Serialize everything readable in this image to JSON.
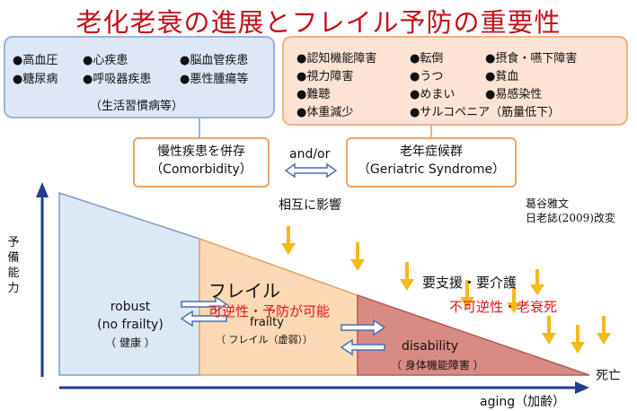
{
  "title": "老化老衰の進展とフレイル予防の重要性",
  "diseases": {
    "items": [
      "●高血圧",
      "●心疾患",
      "●脳血管疾患",
      "●糖尿病",
      "●呼吸器疾患",
      "●悪性腫瘍等"
    ],
    "caption": "（生活習慣病等）"
  },
  "symptoms": {
    "items": [
      "●認知機能障害",
      "●転倒",
      "●摂食・嚥下障害",
      "●視力障害",
      "●うつ",
      "●貧血",
      "●難聴",
      "●めまい",
      "●易感染性",
      "●体重減少",
      "●サルコペニア（筋量低下）"
    ]
  },
  "comorbidity": {
    "ja": "慢性疾患を併存",
    "en": "（Comorbidity）"
  },
  "connector": "and/or",
  "geriatric": {
    "ja": "老年症候群",
    "en": "（Geriatric Syndrome）"
  },
  "interaction": "相互に影響",
  "citation": {
    "line1": "葛谷雅文",
    "line2": "日老誌(2009)改変"
  },
  "axes": {
    "y_label": "予備能力",
    "x_label": "aging（加齢）",
    "end_label": "死亡"
  },
  "stages": {
    "robust": {
      "en1": "robust",
      "en2": "(no frailty)",
      "ja": "（ 健康 ）"
    },
    "frailty": {
      "ja_title": "フレイル",
      "en": "frailty",
      "ja": "（ フレイル（虚弱））"
    },
    "disability": {
      "en": "disability",
      "ja": "（ 身体機能障害 ）"
    }
  },
  "annotations": {
    "reversible": "可逆性・予防が可能",
    "support": "要支援・要介護",
    "irreversible": "不可逆性・老衰死"
  },
  "colors": {
    "robust": "#dde8f5",
    "frailty": "#fbd9b4",
    "disability": "#d88b85",
    "arrow": "#f5b91a",
    "title": "#c0121a"
  }
}
